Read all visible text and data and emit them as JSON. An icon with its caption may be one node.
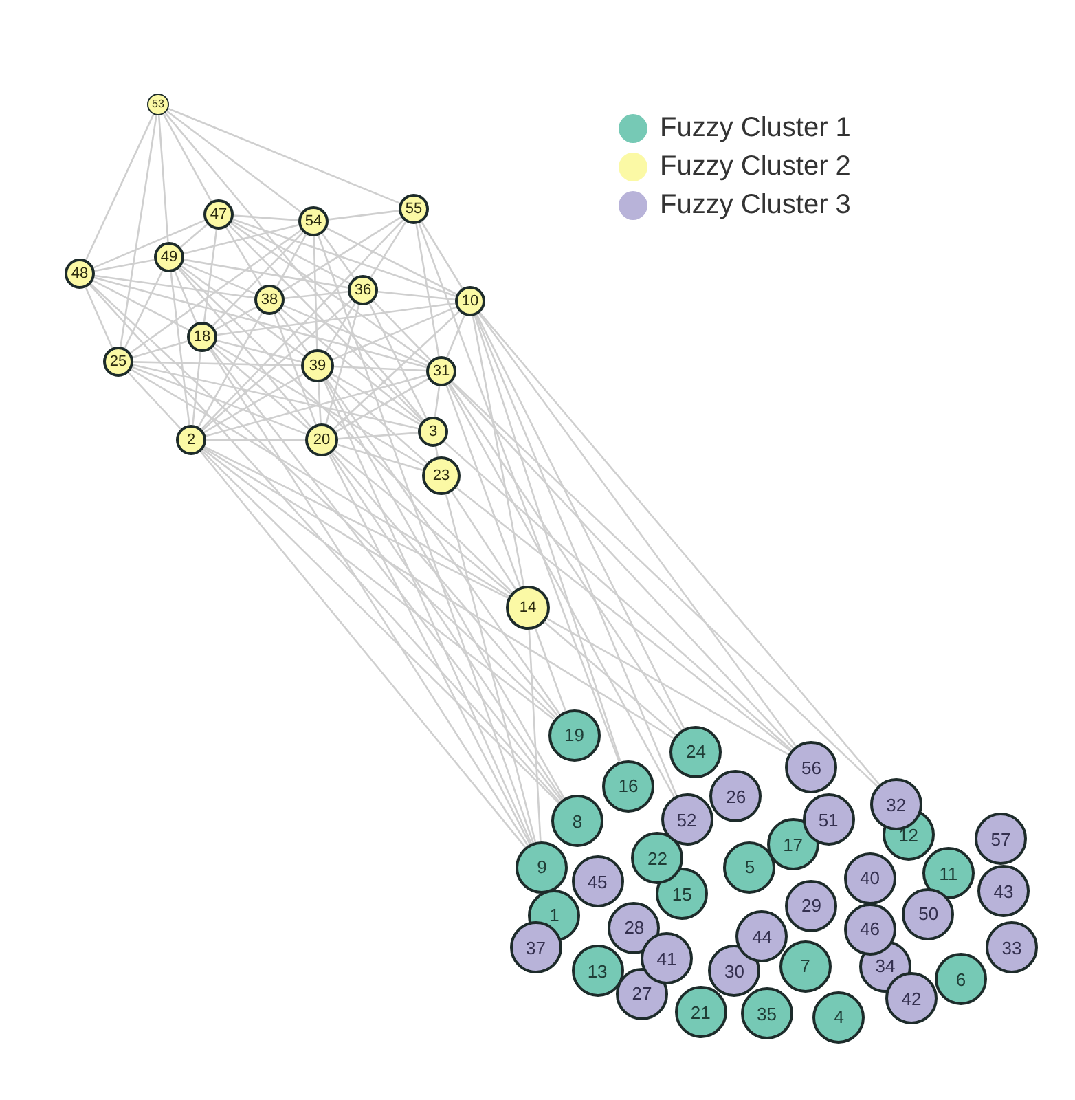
{
  "diagram": {
    "nodes": [
      {
        "text": [
          "53"
        ]
      },
      {
        "text": [
          "55"
        ]
      },
      {
        "text": [
          "47"
        ]
      },
      {
        "text": [
          "54"
        ]
      },
      {
        "text": [
          "49"
        ]
      },
      {
        "text": [
          "48"
        ]
      },
      {
        "text": [
          "36"
        ]
      },
      {
        "text": [
          "38"
        ]
      },
      {
        "text": [
          "10"
        ]
      },
      {
        "text": [
          "18"
        ]
      },
      {
        "text": [
          "25"
        ]
      },
      {
        "text": [
          "39"
        ]
      },
      {
        "text": [
          "31"
        ]
      },
      {
        "text": [
          "3"
        ]
      },
      {
        "text": [
          "2"
        ]
      },
      {
        "text": [
          "20"
        ]
      },
      {
        "text": [
          "23"
        ]
      },
      {
        "text": [
          "14"
        ]
      },
      {
        "text": [
          "19"
        ]
      },
      {
        "text": [
          "24"
        ]
      },
      {
        "text": [
          "56"
        ]
      },
      {
        "text": [
          "16"
        ]
      },
      {
        "text": [
          "26"
        ]
      },
      {
        "text": [
          "32"
        ]
      },
      {
        "text": [
          "52"
        ]
      },
      {
        "text": [
          "51"
        ]
      },
      {
        "text": [
          "8"
        ]
      },
      {
        "text": [
          "12"
        ]
      },
      {
        "text": [
          "17"
        ]
      },
      {
        "text": [
          "57"
        ]
      },
      {
        "text": [
          "22"
        ]
      },
      {
        "text": [
          "5"
        ]
      },
      {
        "text": [
          "9"
        ]
      },
      {
        "text": [
          "11"
        ]
      },
      {
        "text": [
          "40"
        ]
      },
      {
        "text": [
          "45"
        ]
      },
      {
        "text": [
          "15"
        ]
      },
      {
        "text": [
          "43"
        ]
      },
      {
        "text": [
          "29"
        ]
      },
      {
        "text": [
          "50"
        ]
      },
      {
        "text": [
          "1"
        ]
      },
      {
        "text": [
          "28"
        ]
      },
      {
        "text": [
          "46"
        ]
      },
      {
        "text": [
          "44"
        ]
      },
      {
        "text": [
          "33"
        ]
      },
      {
        "text": [
          "37"
        ]
      },
      {
        "text": [
          "41"
        ]
      },
      {
        "text": [
          "7"
        ]
      },
      {
        "text": [
          "13"
        ]
      },
      {
        "text": [
          "30"
        ]
      },
      {
        "text": [
          "34"
        ]
      },
      {
        "text": [
          "6"
        ]
      },
      {
        "text": [
          "27"
        ]
      },
      {
        "text": [
          "42"
        ]
      },
      {
        "text": [
          "21"
        ]
      },
      {
        "text": [
          "35"
        ]
      },
      {
        "text": [
          "4"
        ]
      }
    ],
    "edges": [
      {
        "from": 0,
        "to": 1,
        "arrow": "none"
      },
      {
        "from": 0,
        "to": 2,
        "arrow": "none"
      },
      {
        "from": 0,
        "to": 3,
        "arrow": "none"
      },
      {
        "from": 0,
        "to": 4,
        "arrow": "none"
      },
      {
        "from": 0,
        "to": 5,
        "arrow": "none"
      },
      {
        "from": 0,
        "to": 10,
        "arrow": "none"
      },
      {
        "from": 0,
        "to": 13,
        "arrow": "none"
      },
      {
        "from": 1,
        "to": 3,
        "arrow": "none"
      },
      {
        "from": 1,
        "to": 6,
        "arrow": "none"
      },
      {
        "from": 1,
        "to": 7,
        "arrow": "none"
      },
      {
        "from": 1,
        "to": 8,
        "arrow": "none"
      },
      {
        "from": 1,
        "to": 12,
        "arrow": "none"
      },
      {
        "from": 1,
        "to": 14,
        "arrow": "none"
      },
      {
        "from": 1,
        "to": 21,
        "arrow": "none"
      },
      {
        "from": 2,
        "to": 3,
        "arrow": "none"
      },
      {
        "from": 2,
        "to": 4,
        "arrow": "none"
      },
      {
        "from": 2,
        "to": 5,
        "arrow": "none"
      },
      {
        "from": 2,
        "to": 6,
        "arrow": "none"
      },
      {
        "from": 2,
        "to": 7,
        "arrow": "none"
      },
      {
        "from": 2,
        "to": 8,
        "arrow": "none"
      },
      {
        "from": 2,
        "to": 9,
        "arrow": "none"
      },
      {
        "from": 2,
        "to": 12,
        "arrow": "none"
      },
      {
        "from": 2,
        "to": 13,
        "arrow": "none"
      },
      {
        "from": 3,
        "to": 4,
        "arrow": "none"
      },
      {
        "from": 3,
        "to": 6,
        "arrow": "none"
      },
      {
        "from": 3,
        "to": 7,
        "arrow": "none"
      },
      {
        "from": 3,
        "to": 8,
        "arrow": "none"
      },
      {
        "from": 3,
        "to": 9,
        "arrow": "none"
      },
      {
        "from": 3,
        "to": 10,
        "arrow": "none"
      },
      {
        "from": 3,
        "to": 11,
        "arrow": "none"
      },
      {
        "from": 3,
        "to": 32,
        "arrow": "none"
      },
      {
        "from": 4,
        "to": 5,
        "arrow": "none"
      },
      {
        "from": 4,
        "to": 6,
        "arrow": "none"
      },
      {
        "from": 4,
        "to": 7,
        "arrow": "none"
      },
      {
        "from": 4,
        "to": 9,
        "arrow": "none"
      },
      {
        "from": 4,
        "to": 10,
        "arrow": "none"
      },
      {
        "from": 4,
        "to": 11,
        "arrow": "none"
      },
      {
        "from": 4,
        "to": 14,
        "arrow": "none"
      },
      {
        "from": 4,
        "to": 15,
        "arrow": "none"
      },
      {
        "from": 4,
        "to": 17,
        "arrow": "none"
      },
      {
        "from": 5,
        "to": 7,
        "arrow": "none"
      },
      {
        "from": 5,
        "to": 9,
        "arrow": "none"
      },
      {
        "from": 5,
        "to": 10,
        "arrow": "none"
      },
      {
        "from": 5,
        "to": 12,
        "arrow": "none"
      },
      {
        "from": 5,
        "to": 18,
        "arrow": "none"
      },
      {
        "from": 5,
        "to": 26,
        "arrow": "none"
      },
      {
        "from": 6,
        "to": 7,
        "arrow": "none"
      },
      {
        "from": 6,
        "to": 8,
        "arrow": "none"
      },
      {
        "from": 6,
        "to": 11,
        "arrow": "none"
      },
      {
        "from": 6,
        "to": 12,
        "arrow": "none"
      },
      {
        "from": 6,
        "to": 13,
        "arrow": "none"
      },
      {
        "from": 6,
        "to": 14,
        "arrow": "none"
      },
      {
        "from": 6,
        "to": 15,
        "arrow": "none"
      },
      {
        "from": 7,
        "to": 9,
        "arrow": "none"
      },
      {
        "from": 7,
        "to": 11,
        "arrow": "none"
      },
      {
        "from": 7,
        "to": 12,
        "arrow": "none"
      },
      {
        "from": 7,
        "to": 13,
        "arrow": "none"
      },
      {
        "from": 7,
        "to": 14,
        "arrow": "none"
      },
      {
        "from": 7,
        "to": 15,
        "arrow": "none"
      },
      {
        "from": 8,
        "to": 9,
        "arrow": "none"
      },
      {
        "from": 8,
        "to": 11,
        "arrow": "none"
      },
      {
        "from": 8,
        "to": 12,
        "arrow": "none"
      },
      {
        "from": 8,
        "to": 15,
        "arrow": "none"
      },
      {
        "from": 8,
        "to": 17,
        "arrow": "none"
      },
      {
        "from": 8,
        "to": 19,
        "arrow": "none"
      },
      {
        "from": 8,
        "to": 20,
        "arrow": "none"
      },
      {
        "from": 8,
        "to": 21,
        "arrow": "none"
      },
      {
        "from": 8,
        "to": 24,
        "arrow": "none"
      },
      {
        "from": 8,
        "to": 23,
        "arrow": "none"
      },
      {
        "from": 9,
        "to": 10,
        "arrow": "none"
      },
      {
        "from": 9,
        "to": 11,
        "arrow": "none"
      },
      {
        "from": 9,
        "to": 14,
        "arrow": "none"
      },
      {
        "from": 9,
        "to": 15,
        "arrow": "none"
      },
      {
        "from": 9,
        "to": 16,
        "arrow": "none"
      },
      {
        "from": 9,
        "to": 26,
        "arrow": "none"
      },
      {
        "from": 9,
        "to": 32,
        "arrow": "none"
      },
      {
        "from": 10,
        "to": 11,
        "arrow": "none"
      },
      {
        "from": 10,
        "to": 13,
        "arrow": "none"
      },
      {
        "from": 10,
        "to": 14,
        "arrow": "none"
      },
      {
        "from": 10,
        "to": 15,
        "arrow": "none"
      },
      {
        "from": 10,
        "to": 17,
        "arrow": "none"
      },
      {
        "from": 11,
        "to": 12,
        "arrow": "none"
      },
      {
        "from": 11,
        "to": 13,
        "arrow": "none"
      },
      {
        "from": 11,
        "to": 14,
        "arrow": "none"
      },
      {
        "from": 11,
        "to": 15,
        "arrow": "none"
      },
      {
        "from": 11,
        "to": 16,
        "arrow": "none"
      },
      {
        "from": 11,
        "to": 18,
        "arrow": "none"
      },
      {
        "from": 11,
        "to": 26,
        "arrow": "none"
      },
      {
        "from": 11,
        "to": 32,
        "arrow": "none"
      },
      {
        "from": 12,
        "to": 13,
        "arrow": "none"
      },
      {
        "from": 12,
        "to": 14,
        "arrow": "none"
      },
      {
        "from": 12,
        "to": 15,
        "arrow": "none"
      },
      {
        "from": 12,
        "to": 17,
        "arrow": "none"
      },
      {
        "from": 12,
        "to": 19,
        "arrow": "none"
      },
      {
        "from": 12,
        "to": 20,
        "arrow": "none"
      },
      {
        "from": 12,
        "to": 24,
        "arrow": "none"
      },
      {
        "from": 12,
        "to": 23,
        "arrow": "none"
      },
      {
        "from": 13,
        "to": 15,
        "arrow": "none"
      },
      {
        "from": 13,
        "to": 16,
        "arrow": "none"
      },
      {
        "from": 13,
        "to": 20,
        "arrow": "none"
      },
      {
        "from": 14,
        "to": 15,
        "arrow": "none"
      },
      {
        "from": 14,
        "to": 17,
        "arrow": "none"
      },
      {
        "from": 14,
        "to": 18,
        "arrow": "none"
      },
      {
        "from": 14,
        "to": 19,
        "arrow": "none"
      },
      {
        "from": 14,
        "to": 26,
        "arrow": "none"
      },
      {
        "from": 14,
        "to": 32,
        "arrow": "none"
      },
      {
        "from": 15,
        "to": 16,
        "arrow": "none"
      },
      {
        "from": 15,
        "to": 17,
        "arrow": "none"
      },
      {
        "from": 15,
        "to": 18,
        "arrow": "none"
      },
      {
        "from": 15,
        "to": 26,
        "arrow": "none"
      },
      {
        "from": 15,
        "to": 32,
        "arrow": "none"
      },
      {
        "from": 16,
        "to": 17,
        "arrow": "none"
      },
      {
        "from": 16,
        "to": 20,
        "arrow": "none"
      },
      {
        "from": 16,
        "to": 32,
        "arrow": "none"
      },
      {
        "from": 17,
        "to": 18,
        "arrow": "none"
      },
      {
        "from": 17,
        "to": 19,
        "arrow": "none"
      },
      {
        "from": 17,
        "to": 20,
        "arrow": "none"
      },
      {
        "from": 17,
        "to": 32,
        "arrow": "none"
      }
    ],
    "legend": [
      {
        "text": "Fuzzy Cluster 1",
        "color": "#76c9b5"
      },
      {
        "text": "Fuzzy Cluster 2",
        "color": "#fbf9a5"
      },
      {
        "text": "Fuzzy Cluster 3",
        "color": "#b8b3d9"
      }
    ]
  }
}
